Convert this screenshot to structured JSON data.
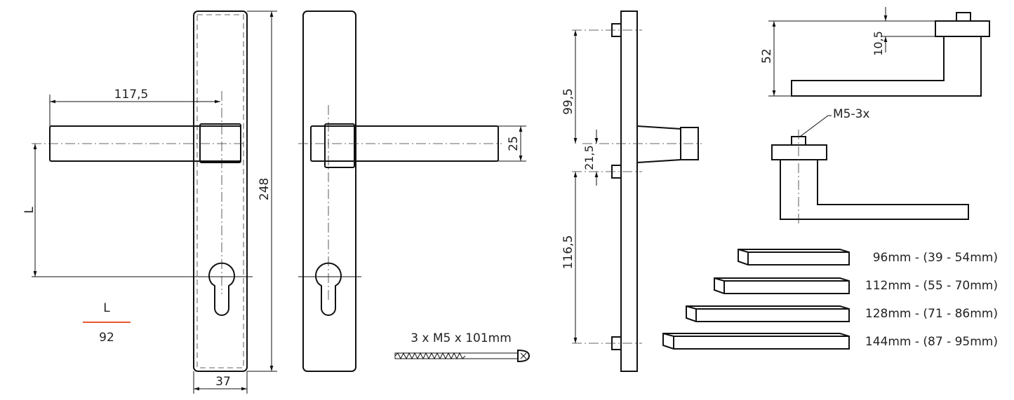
{
  "dimensions": {
    "lever_length": "117,5",
    "plate_height": "248",
    "plate_width": "37",
    "lever_thickness": "25",
    "distance_label": "L",
    "distance_fraction_top": "L",
    "distance_fraction_value": "92",
    "upper_screw_distance": "99,5",
    "spindle_offset": "21,5",
    "lower_screw_distance": "116,5",
    "lever_height": "52",
    "rose_height": "10,5",
    "screw_thread": "M5-3x"
  },
  "screws_label": "3 x M5 x 101mm",
  "spindle_options": [
    {
      "length": "96mm - (39 - 54mm)"
    },
    {
      "length": "112mm - (55 - 70mm)"
    },
    {
      "length": "128mm - (71 - 86mm)"
    },
    {
      "length": "144mm - (87 - 95mm)"
    }
  ],
  "colors": {
    "accent": "#e8562a",
    "line": "#111111"
  }
}
